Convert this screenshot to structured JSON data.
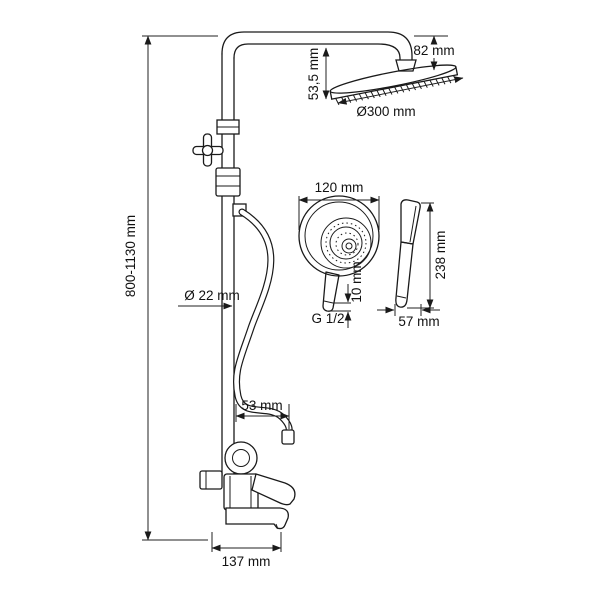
{
  "diagram": {
    "title": "shower-column-technical-drawing",
    "line_color": "#1a1a1a",
    "background": "#ffffff",
    "labels": {
      "height_range": "800-1130 mm",
      "head_offset": "82 mm",
      "head_edge_drop": "53,5 mm",
      "head_diameter": "Ø300 mm",
      "pipe_diameter": "Ø 22 mm",
      "handshower_width": "120 mm",
      "thread_size": "G 1/2",
      "handle_width": "10 mm",
      "handshower_length": "238 mm",
      "handshower_depth": "57 mm",
      "holder_offset": "53 mm",
      "spout_length": "137 mm"
    }
  }
}
